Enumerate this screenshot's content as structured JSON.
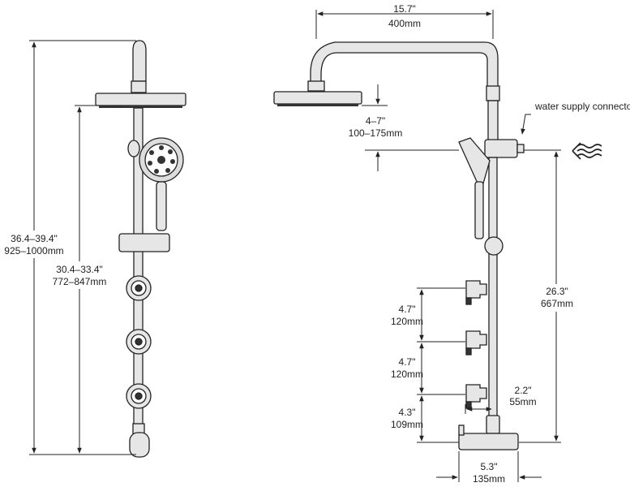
{
  "left_view": {
    "total_height": {
      "in": "36.4–39.4\"",
      "mm": "925–1000mm"
    },
    "rail_height": {
      "in": "30.4–33.4\"",
      "mm": "772–847mm"
    }
  },
  "right_view": {
    "arm_width": {
      "in": "15.7\"",
      "mm": "400mm"
    },
    "head_drop": {
      "in": "4–7\"",
      "mm": "100–175mm"
    },
    "supply_label": "water supply connector",
    "inlet_height": {
      "in": "26.3\"",
      "mm": "667mm"
    },
    "jet_spacing_1": {
      "in": "4.7\"",
      "mm": "120mm"
    },
    "jet_spacing_2": {
      "in": "4.7\"",
      "mm": "120mm"
    },
    "jet_bottom": {
      "in": "4.3\"",
      "mm": "109mm"
    },
    "jet_depth": {
      "in": "2.2\"",
      "mm": "55mm"
    },
    "valve_width": {
      "in": "5.3\"",
      "mm": "135mm"
    }
  },
  "colors": {
    "line": "#222222",
    "fill": "#e6e6e6",
    "dark": "#333333"
  }
}
